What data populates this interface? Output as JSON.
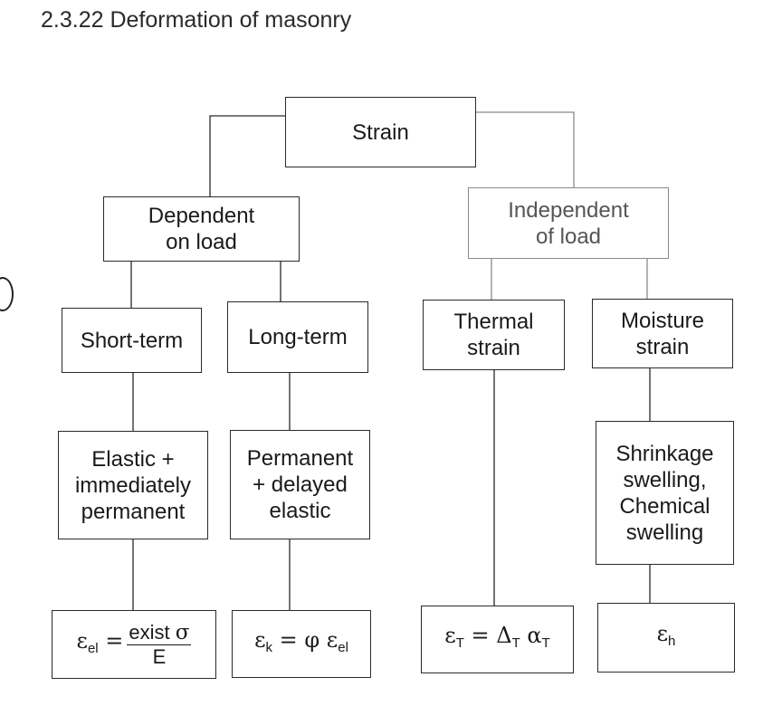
{
  "heading": "2.3.22 Deformation of masonry",
  "nodes": {
    "strain": "Strain",
    "dependent": "Dependent\non load",
    "independent": "Independent\nof load",
    "short_term": "Short-term",
    "long_term": "Long-term",
    "thermal": "Thermal\nstrain",
    "moisture": "Moisture\nstrain",
    "elastic": "Elastic +\nimmediately\npermanent",
    "permanent": "Permanent\n+ delayed\nelastic",
    "shrinkage": "Shrinkage\nswelling,\nChemical\nswelling"
  },
  "formulas": {
    "el": {
      "symbol": "ε",
      "sub": "el",
      "equals": " = ",
      "num_word": "exist ",
      "num_greek": "σ",
      "den": "E"
    },
    "k": {
      "symbol": "ε",
      "sub": "k",
      "rhs": " = φ ε",
      "rhs_sub": "el"
    },
    "T": {
      "symbol": "ε",
      "sub": "T",
      "rhs1": " = Δ",
      "sub2": "T",
      "rhs2": " α",
      "sub3": "T"
    },
    "h": {
      "symbol": "ε",
      "sub": "h"
    }
  }
}
